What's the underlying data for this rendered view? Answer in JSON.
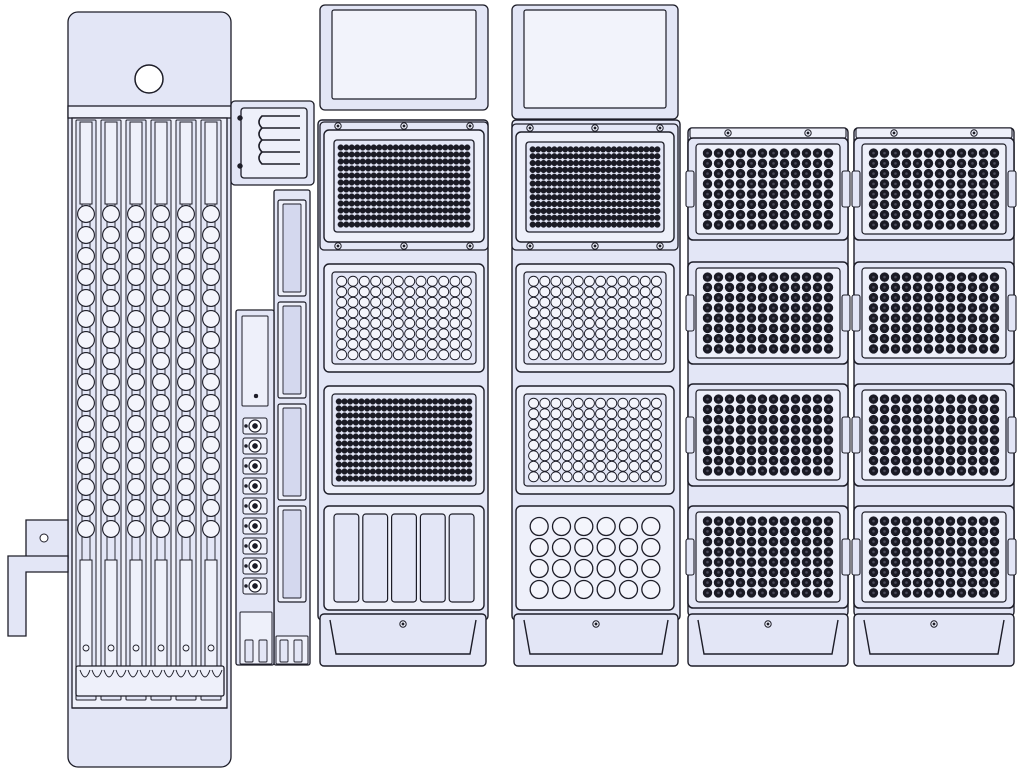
{
  "drawing": {
    "kind": "deck-layout-line-drawing",
    "colors": {
      "background": "#ffffff",
      "part_fill": "#e3e6f6",
      "part_fill_light": "#eef0fa",
      "outline": "#1d1d28",
      "well_dark": "#1a1a24",
      "well_light": "#f4f5fc",
      "window": "#f2f3fb"
    },
    "components": [
      {
        "id": "tip-rack-strip-carrier",
        "tip_columns": 6,
        "tips_per_column": 16
      },
      {
        "id": "reagent-trough-carrier",
        "troughs": 4
      },
      {
        "id": "connector-strip",
        "connectors": 9
      },
      {
        "id": "plate-stack-1",
        "plates": [
          "lidded-384-well",
          "96-well",
          "384-well-dark",
          "5-channel-reservoir"
        ]
      },
      {
        "id": "plate-stack-2",
        "plates": [
          "lidded-384-well",
          "96-well",
          "96-well",
          "24-well"
        ]
      },
      {
        "id": "plate-stack-3",
        "plates": [
          "96-deep-well",
          "96-deep-well",
          "96-deep-well",
          "96-deep-well"
        ]
      },
      {
        "id": "plate-stack-4",
        "plates": [
          "96-deep-well",
          "96-deep-well",
          "96-deep-well",
          "96-deep-well"
        ]
      }
    ]
  }
}
